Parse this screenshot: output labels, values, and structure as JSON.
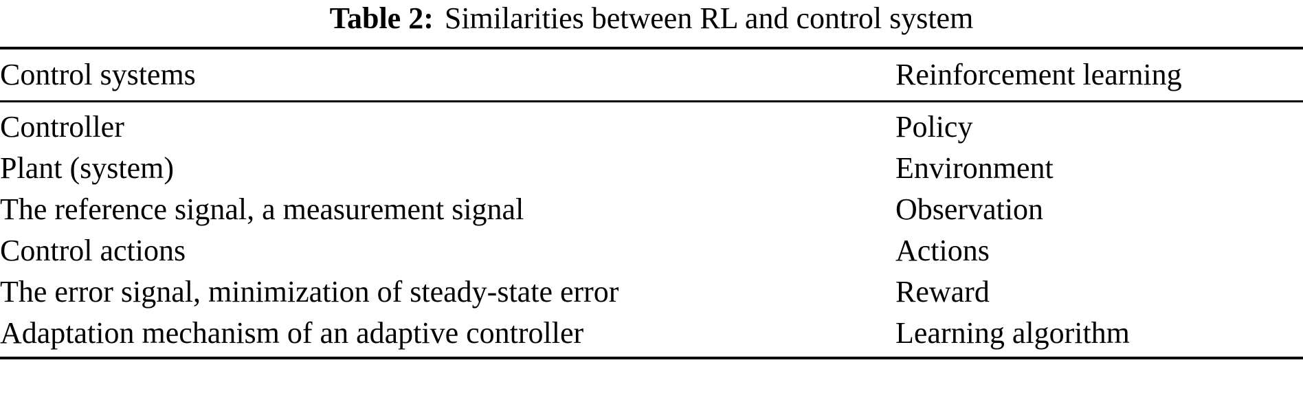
{
  "caption": {
    "label": "Table 2:",
    "text": "Similarities between RL and control system"
  },
  "table": {
    "columns": [
      "Control systems",
      "Reinforcement learning"
    ],
    "rows": [
      [
        "Controller",
        "Policy"
      ],
      [
        "Plant (system)",
        "Environment"
      ],
      [
        "The reference signal, a measurement signal",
        "Observation"
      ],
      [
        "Control actions",
        "Actions"
      ],
      [
        "The error signal, minimization of steady-state error",
        "Reward"
      ],
      [
        "Adaptation mechanism of an adaptive controller",
        "Learning algorithm"
      ]
    ]
  },
  "colors": {
    "background": "#ffffff",
    "text": "#000000",
    "rule": "#000000"
  }
}
